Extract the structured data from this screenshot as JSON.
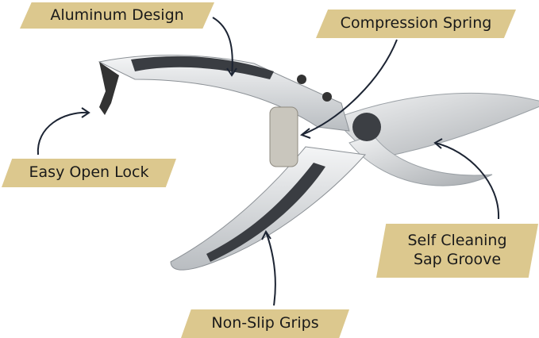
{
  "labels": {
    "aluminum_design": "Aluminum Design",
    "compression_spring": "Compression Spring",
    "easy_open_lock": "Easy Open Lock",
    "self_cleaning_line1": "Self Cleaning",
    "self_cleaning_line2": "Sap Groove",
    "non_slip_grips": "Non-Slip Grips"
  },
  "colors": {
    "label_bg": "#dcc88e",
    "arrow": "#1c2433",
    "handle_dark": "#3a3d42",
    "metal": "#d7dadd"
  }
}
